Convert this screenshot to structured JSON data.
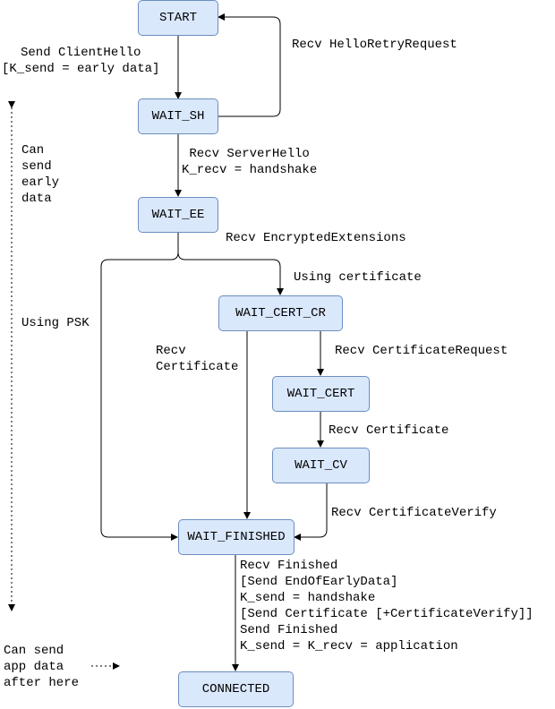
{
  "states": {
    "start": "START",
    "wait_sh": "WAIT_SH",
    "wait_ee": "WAIT_EE",
    "wait_cert_cr": "WAIT_CERT_CR",
    "wait_cert": "WAIT_CERT",
    "wait_cv": "WAIT_CV",
    "wait_finished": "WAIT_FINISHED",
    "connected": "CONNECTED"
  },
  "transitions": {
    "send_client_hello": "Send ClientHello\n[K_send = early data]",
    "recv_hello_retry": "Recv HelloRetryRequest",
    "recv_server_hello": "Recv ServerHello\nK_recv = handshake",
    "recv_encrypted_extensions": "Recv EncryptedExtensions",
    "using_certificate": "Using certificate",
    "using_psk": "Using PSK",
    "recv_certificate_direct": "Recv\nCertificate",
    "recv_certificate_request": "Recv CertificateRequest",
    "recv_certificate": "Recv Certificate",
    "recv_certificate_verify": "Recv CertificateVerify",
    "recv_finished": "Recv Finished\n[Send EndOfEarlyData]\nK_send = handshake\n[Send Certificate [+CertificateVerify]]\nSend Finished\nK_send = K_recv = application"
  },
  "notes": {
    "early_data": "Can\nsend\nearly\ndata",
    "app_data": "Can send\napp data\nafter here"
  },
  "colors": {
    "node_fill": "#dae8fc",
    "node_border": "#6c8ebf",
    "edge": "#000000"
  }
}
